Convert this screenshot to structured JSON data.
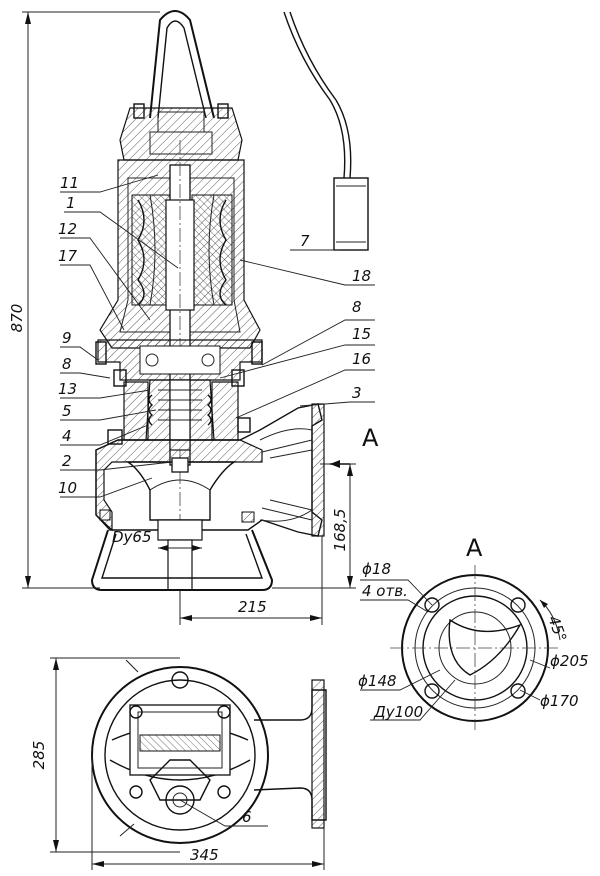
{
  "part_labels": {
    "l11": "11",
    "l1": "1",
    "l12": "12",
    "l17": "17",
    "l9": "9",
    "l8a": "8",
    "l13": "13",
    "l5": "5",
    "l4": "4",
    "l2": "2",
    "l10": "10",
    "l7": "7",
    "l18": "18",
    "l8b": "8",
    "l15": "15",
    "l16": "16",
    "l3": "3",
    "l6": "6"
  },
  "dimensions": {
    "height_870": "870",
    "d168": "168,5",
    "dy65": "Dy65",
    "w215": "215",
    "h285": "285",
    "w345": "345",
    "d18": "ϕ18",
    "holes": "4 отв.",
    "angle45": "45°",
    "d205": "ϕ205",
    "d148": "ϕ148",
    "d170": "ϕ170",
    "du100": "Ду100"
  },
  "view_labels": {
    "arrow_A": "A",
    "view_A": "A"
  }
}
